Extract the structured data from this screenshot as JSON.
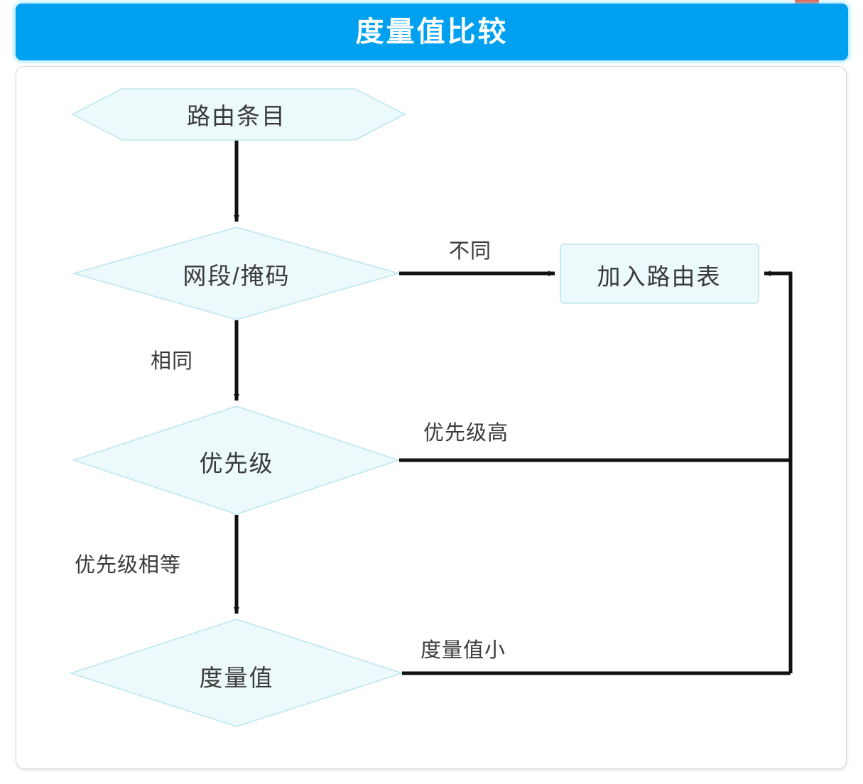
{
  "header": {
    "title": "度量值比较",
    "bar_color": "#00a0f0",
    "title_color": "#ffffff"
  },
  "decorations": {
    "red_tab": "red-tab-marker"
  },
  "diagram": {
    "type": "flowchart",
    "node_fill": "#edfafc",
    "node_stroke": "#bfe6ef",
    "edge_color": "#111111",
    "nodes": [
      {
        "id": "route-entry",
        "shape": "hexagon",
        "label": "路由条目"
      },
      {
        "id": "network-mask",
        "shape": "diamond",
        "label": "网段/掩码"
      },
      {
        "id": "add-to-table",
        "shape": "rectangle",
        "label": "加入路由表"
      },
      {
        "id": "priority",
        "shape": "diamond",
        "label": "优先级"
      },
      {
        "id": "metric",
        "shape": "diamond",
        "label": "度量值"
      }
    ],
    "edges": [
      {
        "id": "e1",
        "from": "route-entry",
        "to": "network-mask",
        "label": ""
      },
      {
        "id": "e2",
        "from": "network-mask",
        "to": "add-to-table",
        "label": "不同"
      },
      {
        "id": "e3",
        "from": "network-mask",
        "to": "priority",
        "label": "相同"
      },
      {
        "id": "e4",
        "from": "priority",
        "to": "add-to-table",
        "label": "优先级高"
      },
      {
        "id": "e5",
        "from": "priority",
        "to": "metric",
        "label": "优先级相等"
      },
      {
        "id": "e6",
        "from": "metric",
        "to": "add-to-table",
        "label": "度量值小"
      }
    ]
  }
}
